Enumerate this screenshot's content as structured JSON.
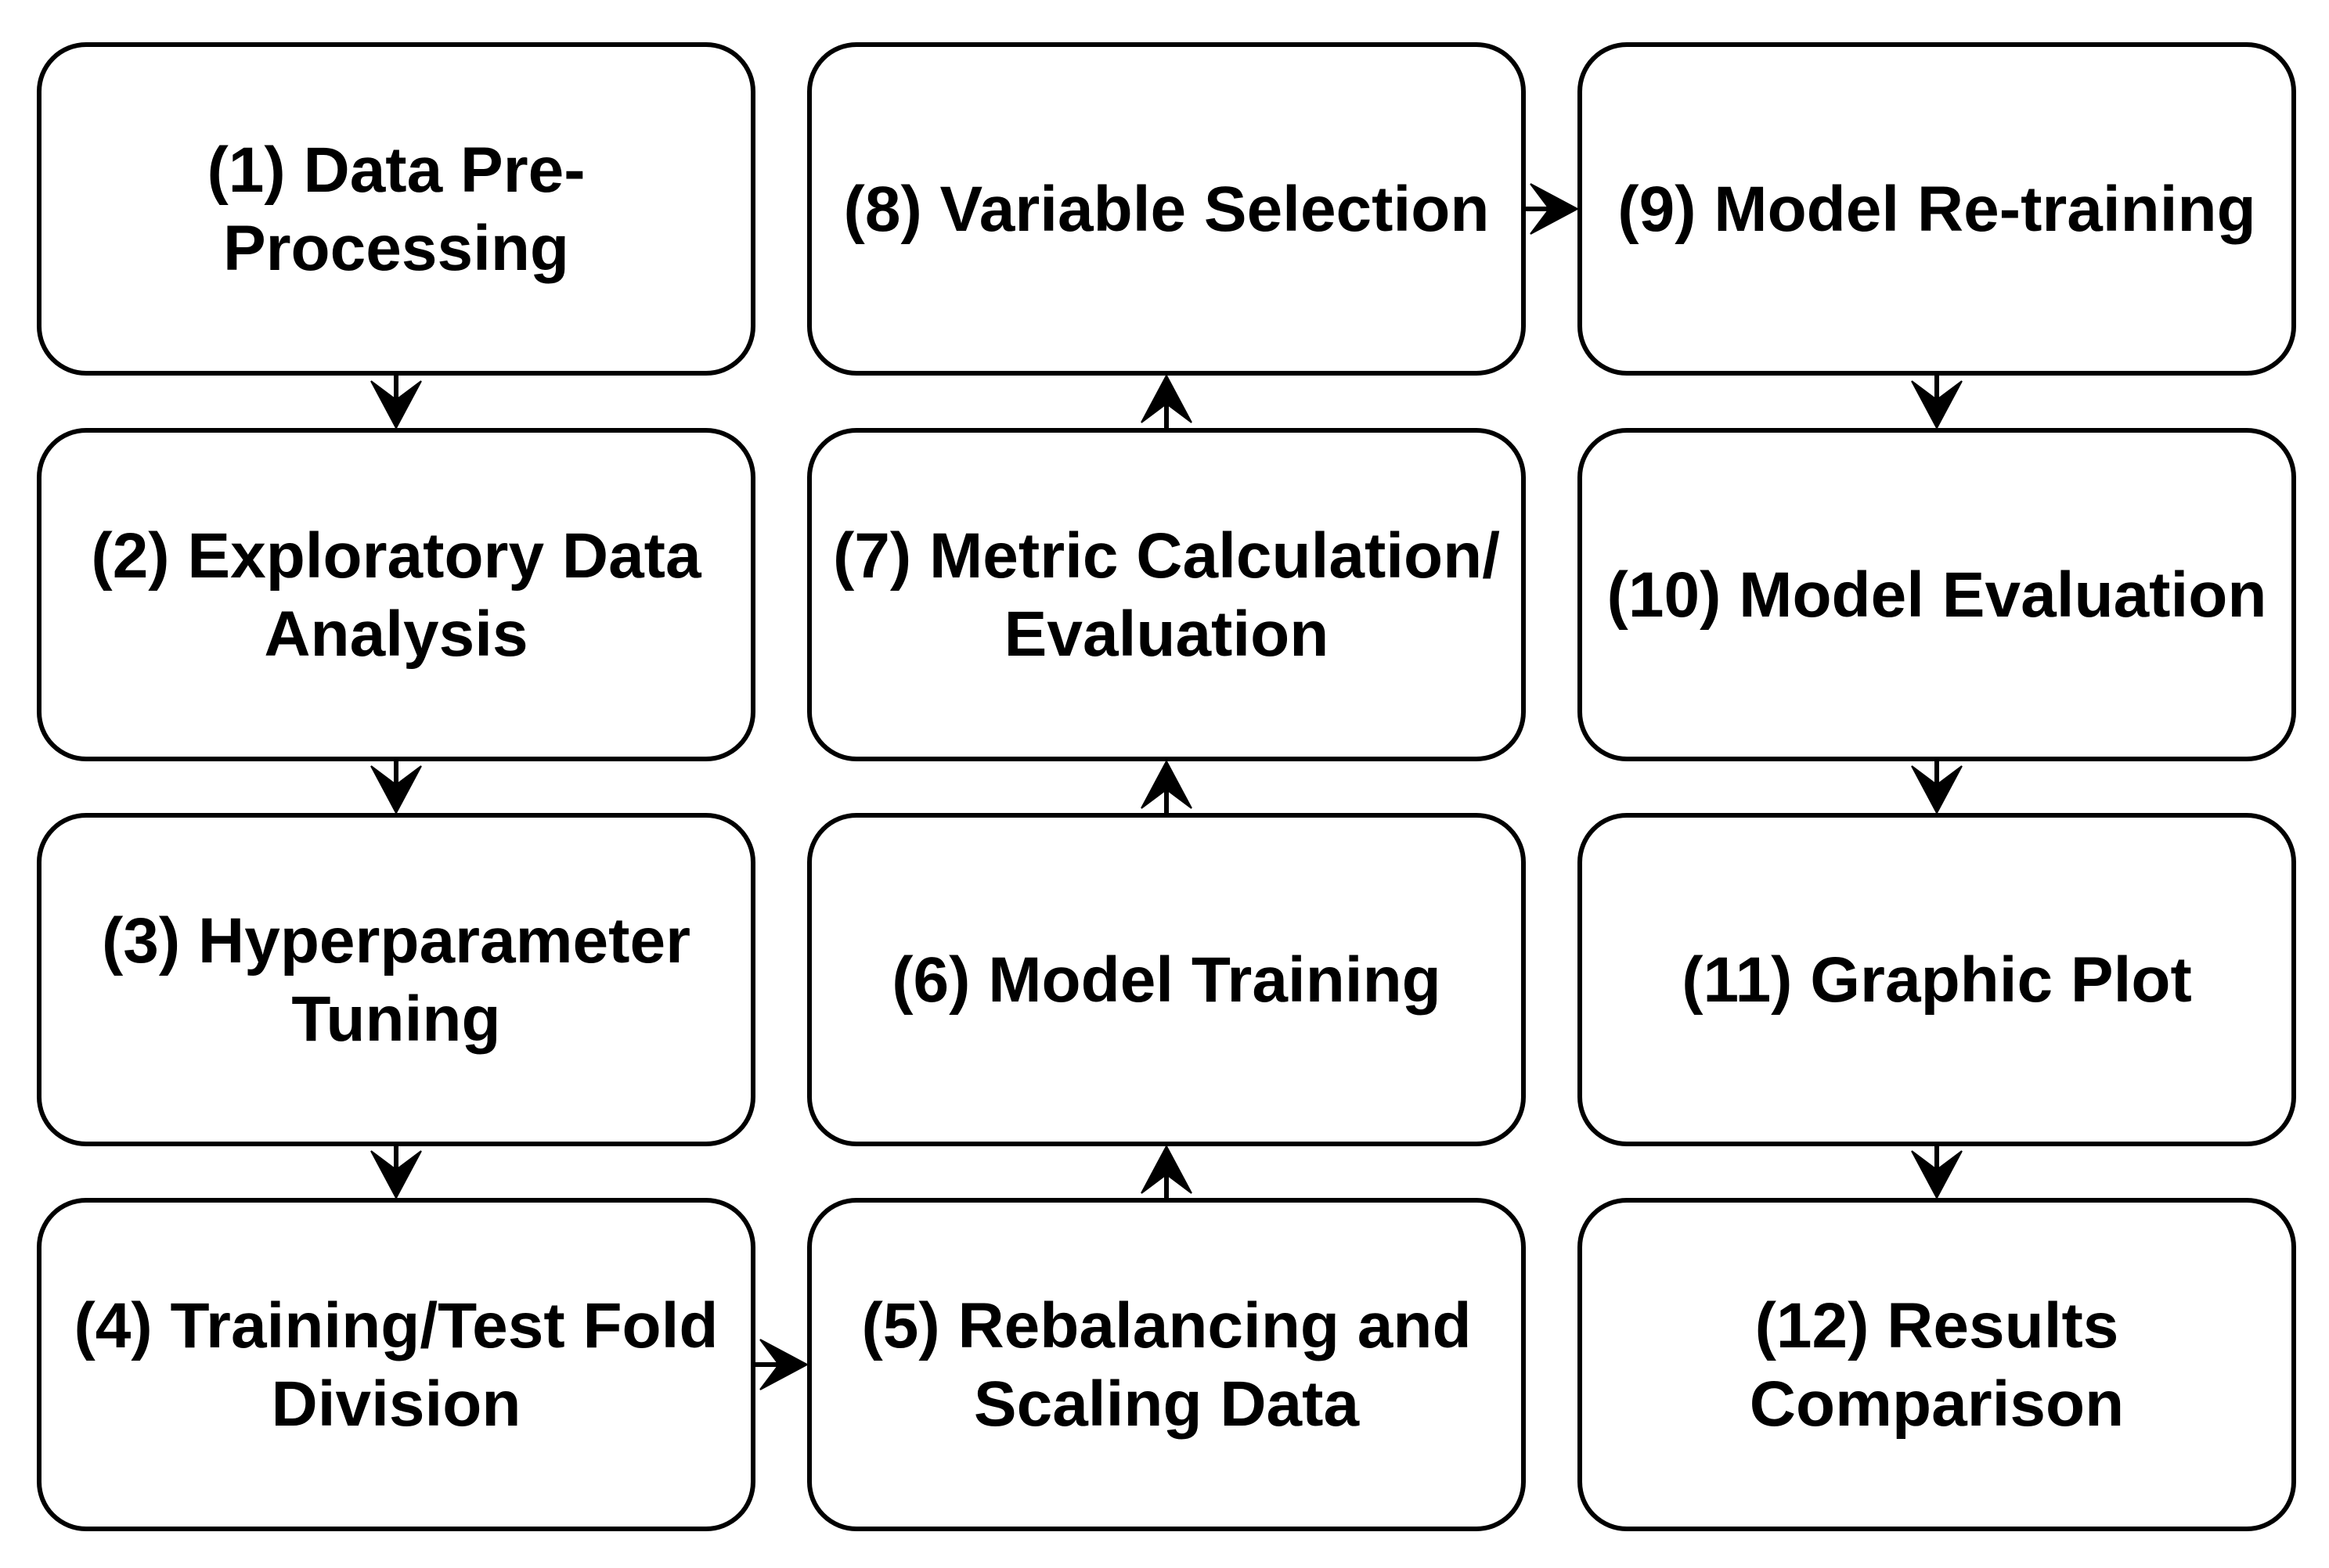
{
  "colors": {
    "stroke": "#000000",
    "fill": "#ffffff",
    "text": "#000000"
  },
  "steps": [
    {
      "id": "1",
      "lines": [
        "(1) Data Pre-",
        "Processing"
      ]
    },
    {
      "id": "2",
      "lines": [
        "(2) Exploratory Data",
        "Analysis"
      ]
    },
    {
      "id": "3",
      "lines": [
        "(3) Hyperparameter",
        "Tuning"
      ]
    },
    {
      "id": "4",
      "lines": [
        "(4) Training/Test Fold",
        "Division"
      ]
    },
    {
      "id": "5",
      "lines": [
        "(5) Rebalancing and",
        "Scaling Data"
      ]
    },
    {
      "id": "6",
      "lines": [
        "(6) Model Training"
      ]
    },
    {
      "id": "7",
      "lines": [
        "(7) Metric Calculation/",
        "Evaluation"
      ]
    },
    {
      "id": "8",
      "lines": [
        "(8) Variable Selection"
      ]
    },
    {
      "id": "9",
      "lines": [
        "(9) Model Re-training"
      ]
    },
    {
      "id": "10",
      "lines": [
        "(10) Model Evaluation"
      ]
    },
    {
      "id": "11",
      "lines": [
        "(11) Graphic Plot"
      ]
    },
    {
      "id": "12",
      "lines": [
        "(12) Results",
        "Comparison"
      ]
    }
  ],
  "edges": [
    {
      "from": "1",
      "to": "2"
    },
    {
      "from": "2",
      "to": "3"
    },
    {
      "from": "3",
      "to": "4"
    },
    {
      "from": "4",
      "to": "5"
    },
    {
      "from": "5",
      "to": "6"
    },
    {
      "from": "6",
      "to": "7"
    },
    {
      "from": "7",
      "to": "8"
    },
    {
      "from": "8",
      "to": "9"
    },
    {
      "from": "9",
      "to": "10"
    },
    {
      "from": "10",
      "to": "11"
    },
    {
      "from": "11",
      "to": "12"
    }
  ]
}
